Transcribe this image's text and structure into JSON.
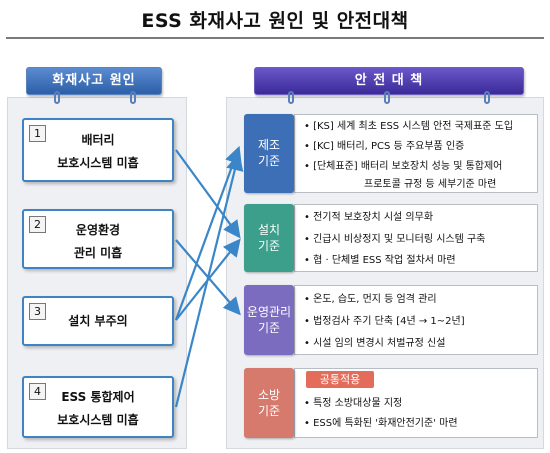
{
  "title": "ESS 화재사고 원인 및 안전대책",
  "left_header": "화재사고 원인",
  "right_header": "안 전 대 책",
  "causes": [
    {
      "num": "1",
      "lines": [
        "배터리",
        "보호시스템 미흡"
      ]
    },
    {
      "num": "2",
      "lines": [
        "운영환경",
        "관리 미흡"
      ]
    },
    {
      "num": "3",
      "lines": [
        "설치 부주의"
      ]
    },
    {
      "num": "4",
      "lines": [
        "ESS 통합제어",
        "보호시스템 미흡"
      ]
    }
  ],
  "measures": [
    {
      "cat": [
        "제조",
        "기준"
      ],
      "color": "#3c6fb6",
      "items": [
        "• [KS] 세계 최초 ESS 시스템 안전 국제표준 도입",
        "• [KC] 배터리, PCS 등 주요부품 인증",
        "• [단체표준] 배터리 보호장치 성능 및 통합제어",
        "프로토콜 규정 등 세부기준 마련"
      ]
    },
    {
      "cat": [
        "설치",
        "기준"
      ],
      "color": "#3c9f8c",
      "items": [
        "• 전기적 보호장치 시설 의무화",
        "• 긴급시 비상정지 및 모니터링 시스템 구축",
        "• 협 · 단체별 ESS 작업 절차서 마련"
      ]
    },
    {
      "cat": [
        "운영관리",
        "기준"
      ],
      "color": "#7c6cc0",
      "items": [
        "• 온도, 습도, 먼지 등 엄격 관리",
        "• 법정검사 주기 단축 [4년 → 1~2년]",
        "• 시설 임의 변경시 처벌규정 신설"
      ]
    },
    {
      "cat": [
        "소방",
        "기준"
      ],
      "color": "#d77a6e",
      "badge": "공통적용",
      "items": [
        "• 특정 소방대상물 지정",
        "• ESS에 특화된 '화재안전기준' 마련"
      ]
    }
  ]
}
